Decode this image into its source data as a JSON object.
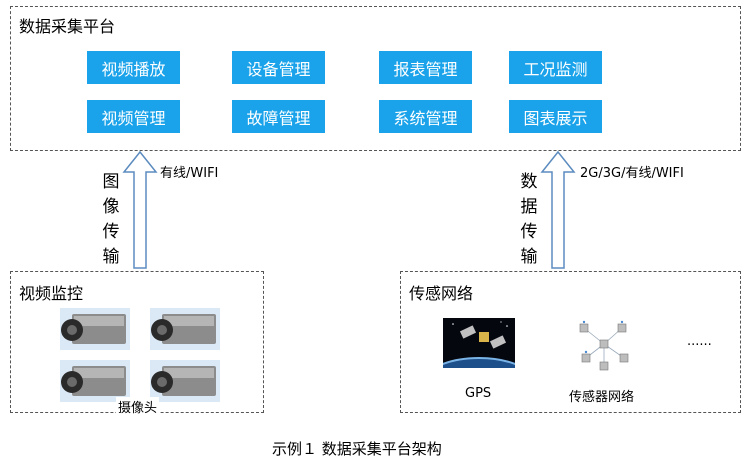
{
  "platform": {
    "title": "数据采集平台",
    "modules": [
      "视频播放",
      "设备管理",
      "报表管理",
      "工况监测",
      "视频管理",
      "故障管理",
      "系统管理",
      "图表展示"
    ]
  },
  "left_link": {
    "vertical_label": "图像传输",
    "link_type": "有线/WIFI"
  },
  "right_link": {
    "vertical_label": "数据传输",
    "link_type": "2G/3G/有线/WIFI"
  },
  "video": {
    "title": "视频监控",
    "camera_label": "摄像头"
  },
  "sensor": {
    "title": "传感网络",
    "gps_label": "GPS",
    "network_label": "传感器网络",
    "ellipsis": "......"
  },
  "caption": "示例１  数据采集平台架构",
  "colors": {
    "module_bg": "#1aa3ea",
    "arrow_stroke": "#5b8bbf"
  }
}
